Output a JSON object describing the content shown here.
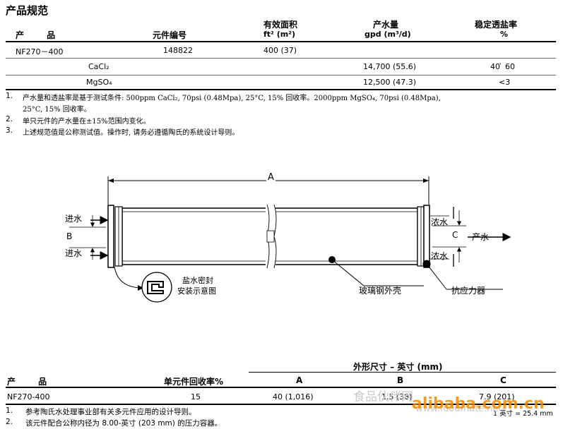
{
  "title": "产品规范",
  "spec_table": {
    "headers": {
      "product": "产 品",
      "part_number": "元件编号",
      "area": "有效面积",
      "area_unit": "ft² (m²)",
      "flow": "产水量",
      "flow_unit": "gpd (m³/d)",
      "rejection": "稳定透盐率",
      "rejection_unit": "%"
    },
    "rows": [
      {
        "product": "NF270－400",
        "part_number": "148822",
        "area": "400 (37)",
        "flow": "",
        "rejection": ""
      },
      {
        "product": "CaCl₂",
        "part_number": "",
        "area": "",
        "flow": "14,700 (55.6)",
        "rejection": "40 ̀ 60"
      },
      {
        "product": "MgSO₄",
        "part_number": "",
        "area": "",
        "flow": "12,500 (47.3)",
        "rejection": "<3"
      }
    ],
    "notes": [
      {
        "num": "1.",
        "text": "产水量和透盐率是基于测试条件: 500ppm CaCl₂, 70psi (0.48Mpa), 25°C, 15% 回收率。2000ppm MgSO₄, 70psi (0.48Mpa),"
      },
      {
        "num": "",
        "text": "25°C, 15% 回收率。"
      },
      {
        "num": "2.",
        "text": "单只元件的产水量在±15%范围内变化。"
      },
      {
        "num": "3.",
        "text": "上述规范值是公称测试值。操作时, 请务必遵循陶氏的系统设计导则。"
      }
    ]
  },
  "diagram": {
    "dim_a": "A",
    "dim_b": "B",
    "dim_c": "C",
    "feed_top": "进水",
    "feed_bottom": "进水",
    "concentrate_top": "浓水",
    "concentrate_bottom": "浓水",
    "permeate": "产水",
    "brine_seal_line1": "盐水密封",
    "brine_seal_line2": "安装示意图",
    "fiberglass_shell": "玻璃钢外壳",
    "anti_telescoping": "抗应力器"
  },
  "dim_table": {
    "group_header": "外形尺寸 – 英寸 (mm)",
    "headers": {
      "product": "产 品",
      "recovery": "单元件回收率%",
      "a": "A",
      "b": "B",
      "c": "C"
    },
    "row": {
      "product": "NF270-400",
      "recovery": "15",
      "a": "40 (1,016)",
      "b": "1.5 (38)",
      "c": "7.9 (201)"
    },
    "notes": [
      {
        "num": "1.",
        "text": "参考陶氏水处理事业部有关多元件应用的设计导则。"
      },
      {
        "num": "2.",
        "text": "该元件配合公称内径为 8.00-英寸 (203 mm) 的压力容器。"
      }
    ],
    "conversion": "1 英寸 = 25.4 mm"
  },
  "watermark": {
    "cn": "食品伙伴网",
    "url": "www.foodmate.net",
    "brand": "alibaba.com.cn"
  }
}
